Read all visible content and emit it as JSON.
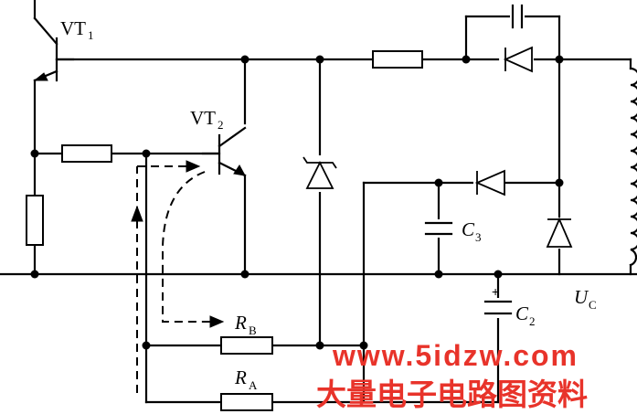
{
  "labels": {
    "vt1": "VT",
    "vt1_sub": "1",
    "vt2": "VT",
    "vt2_sub": "2",
    "c3": "C",
    "c3_sub": "3",
    "c2": "C",
    "c2_sub": "2",
    "c2_plus": "+",
    "uc": "U",
    "uc_sub": "C",
    "rb": "R",
    "rb_sub": "B",
    "ra": "R",
    "ra_sub": "A"
  },
  "watermark": {
    "url": "www.5idzw.com",
    "cn": "大量电子电路图资料"
  },
  "colors": {
    "wire": "#000000",
    "watermark": "#e8332a"
  }
}
